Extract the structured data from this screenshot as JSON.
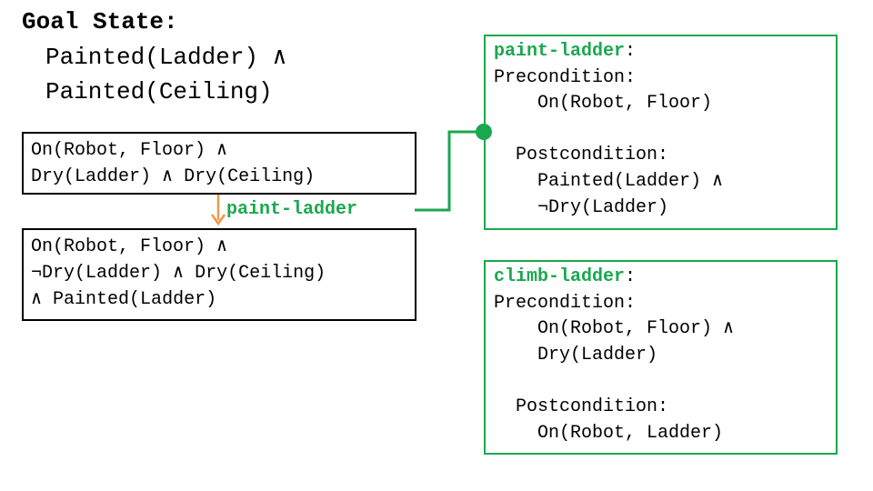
{
  "goal": {
    "title": "Goal State:",
    "lines": [
      "Painted(Ladder) ∧",
      "Painted(Ceiling)"
    ]
  },
  "states": [
    {
      "lines": [
        "On(Robot, Floor) ∧",
        "Dry(Ladder) ∧ Dry(Ceiling)"
      ]
    },
    {
      "lines": [
        "On(Robot, Floor) ∧",
        "¬Dry(Ladder) ∧ Dry(Ceiling)",
        "∧ Painted(Ladder)"
      ]
    }
  ],
  "transition": {
    "label": "paint-ladder"
  },
  "operators": [
    {
      "name": "paint-ladder",
      "precondition_label": "Precondition:",
      "preconditions": [
        "On(Robot, Floor)"
      ],
      "postcondition_label": "Postcondition:",
      "postconditions": [
        "Painted(Ladder) ∧",
        "¬Dry(Ladder)"
      ]
    },
    {
      "name": "climb-ladder",
      "precondition_label": "Precondition:",
      "preconditions": [
        "On(Robot, Floor) ∧",
        "Dry(Ladder)"
      ],
      "postcondition_label": "Postcondition:",
      "postconditions": [
        "On(Robot, Ladder)"
      ]
    }
  ],
  "colors": {
    "operator": "#1aa84f",
    "arrow": "#f0964a",
    "state_border": "#000000"
  }
}
